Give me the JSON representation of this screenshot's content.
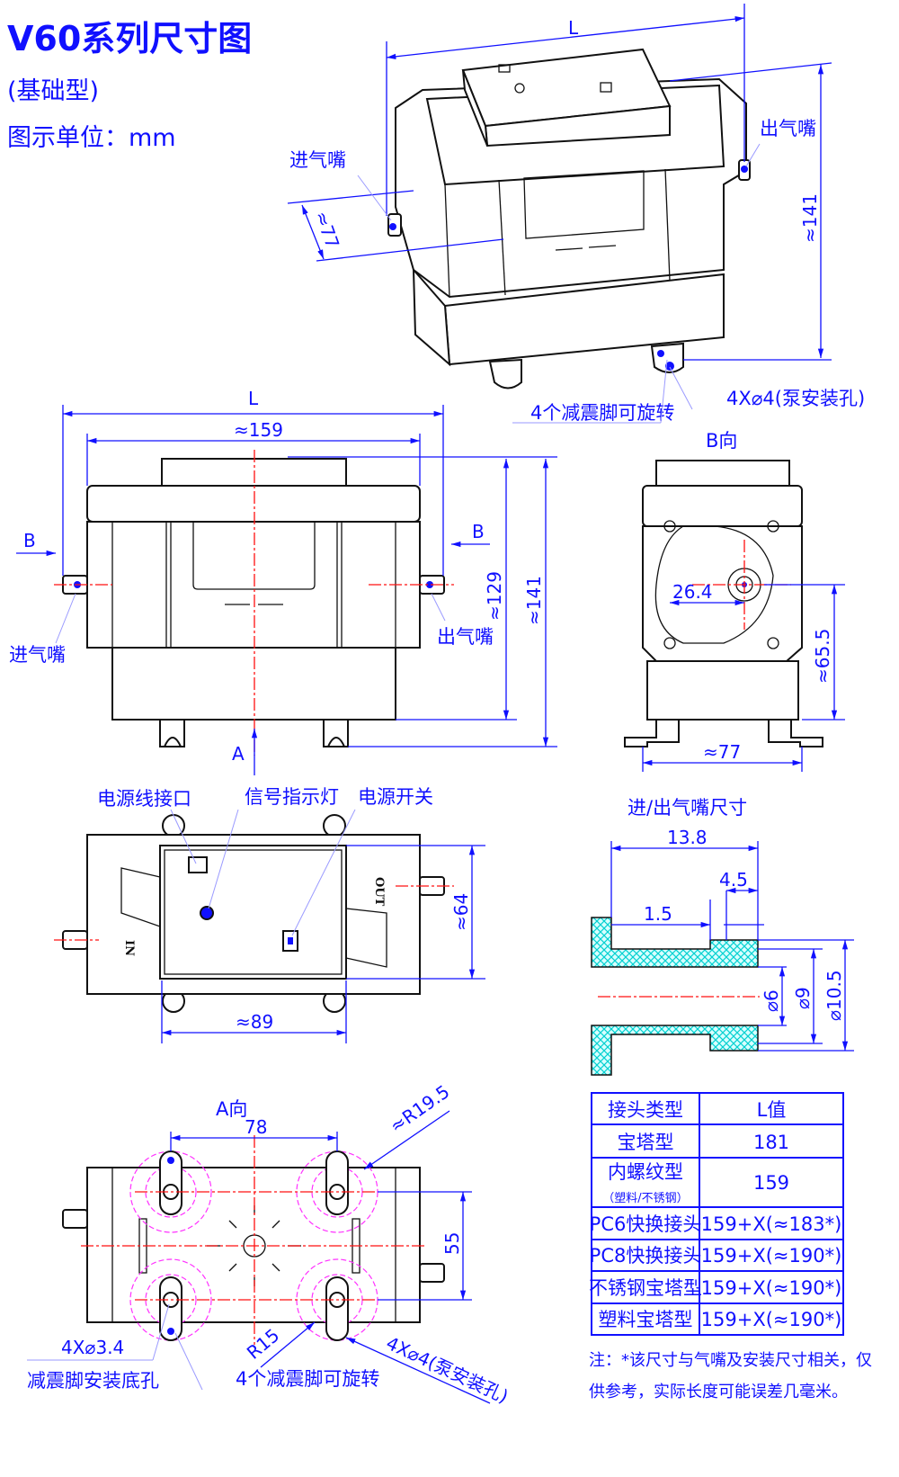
{
  "header": {
    "title": "V60系列尺寸图",
    "subtitle": "(基础型)",
    "unit": "图示单位：mm"
  },
  "iso_view": {
    "dim_L": "L",
    "dim_height": "≈141",
    "dim_depth": "≈77",
    "inlet": "进气嘴",
    "outlet": "出气嘴",
    "feet_note": "4个减震脚可旋转",
    "mount_holes": "4X⌀4(泵安装孔)"
  },
  "front_view": {
    "dim_L": "L",
    "dim_width": "≈159",
    "arrow_b_left": "B",
    "arrow_b_right": "B",
    "arrow_a": "A",
    "dim_129": "≈129",
    "dim_141": "≈141",
    "inlet": "进气嘴",
    "outlet": "出气嘴"
  },
  "side_view": {
    "title": "B向",
    "dim_26_4": "26.4",
    "dim_65_5": "≈65.5",
    "dim_77": "≈77"
  },
  "top_view": {
    "power_port": "电源线接口",
    "signal_light": "信号指示灯",
    "power_switch": "电源开关",
    "in_label": "IN",
    "out_label": "OUT",
    "dim_64": "≈64",
    "dim_89": "≈89"
  },
  "nozzle_view": {
    "title": "进/出气嘴尺寸",
    "dim_13_8": "13.8",
    "dim_4_5": "4.5",
    "dim_1_5": "1.5",
    "dim_d6": "⌀6",
    "dim_d9": "⌀9",
    "dim_d10_5": "⌀10.5"
  },
  "bottom_view": {
    "title": "A向",
    "dim_78": "78",
    "dim_r19_5": "≈R19.5",
    "dim_55": "55",
    "holes_34": "4X⌀3.4",
    "feet_holes": "减震脚安装底孔",
    "dim_r15": "R15",
    "feet_note": "4个减震脚可旋转",
    "mount_holes": "4X⌀4(泵安装孔)"
  },
  "table": {
    "headers": [
      "接头类型",
      "L值"
    ],
    "rows": [
      {
        "type": "宝塔型",
        "sub": "",
        "value": "181"
      },
      {
        "type": "内螺纹型",
        "sub": "（塑料/不锈钢）",
        "value": "159"
      },
      {
        "type": "PC6快换接头",
        "sub": "",
        "value": "159+X(≈183*)"
      },
      {
        "type": "PC8快换接头",
        "sub": "",
        "value": "159+X(≈190*)"
      },
      {
        "type": "不锈钢宝塔型",
        "sub": "",
        "value": "159+X(≈190*)"
      },
      {
        "type": "塑料宝塔型",
        "sub": "",
        "value": "159+X(≈190*)"
      }
    ]
  },
  "note": {
    "line1": "注：*该尺寸与气嘴及安装尺寸相关，仅",
    "line2": "供参考，实际长度可能误差几毫米。"
  },
  "colors": {
    "text": "#1010ff",
    "center_line": "#ff1010",
    "hatch": "#00e5e5",
    "foot_circle": "#ff30ff"
  }
}
